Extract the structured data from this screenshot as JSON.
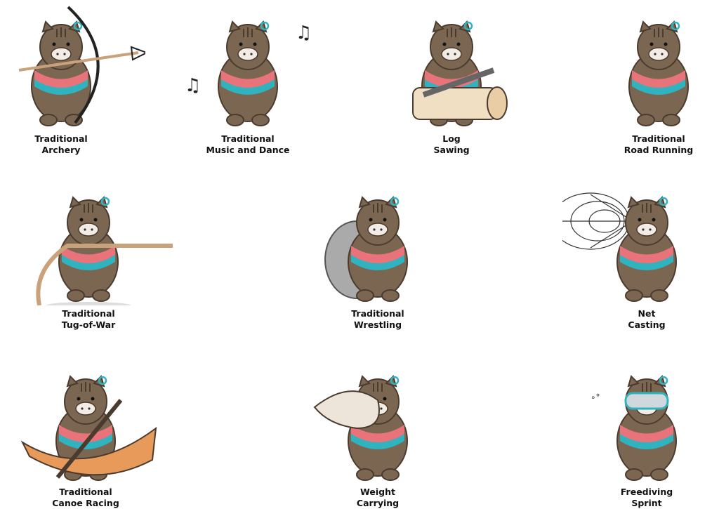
{
  "colors": {
    "fur": "#7b6652",
    "fur_dark": "#4a3b2e",
    "pink": "#e8737b",
    "teal": "#2fb3bf",
    "snout": "#f3ece6",
    "prop": "#c9a27c"
  },
  "mascots": [
    {
      "line1": "Traditional",
      "line2": "Archery",
      "prop": "bow"
    },
    {
      "line1": "Traditional",
      "line2": "Music and Dance",
      "prop": "notes"
    },
    {
      "line1": "Log",
      "line2": "Sawing",
      "prop": "log"
    },
    {
      "line1": "Traditional",
      "line2": "Road Running",
      "prop": "none"
    },
    {
      "line1": "Traditional",
      "line2": "Tug-of-War",
      "prop": "rope"
    },
    {
      "line1": "Traditional",
      "line2": "Wrestling",
      "prop": "opponent"
    },
    {
      "line1": "Net",
      "line2": "Casting",
      "prop": "net"
    },
    {
      "line1": "Traditional",
      "line2": "Canoe Racing",
      "prop": "canoe"
    },
    {
      "line1": "Weight",
      "line2": "Carrying",
      "prop": "sack"
    },
    {
      "line1": "Freediving",
      "line2": "Sprint",
      "prop": "goggles"
    }
  ]
}
